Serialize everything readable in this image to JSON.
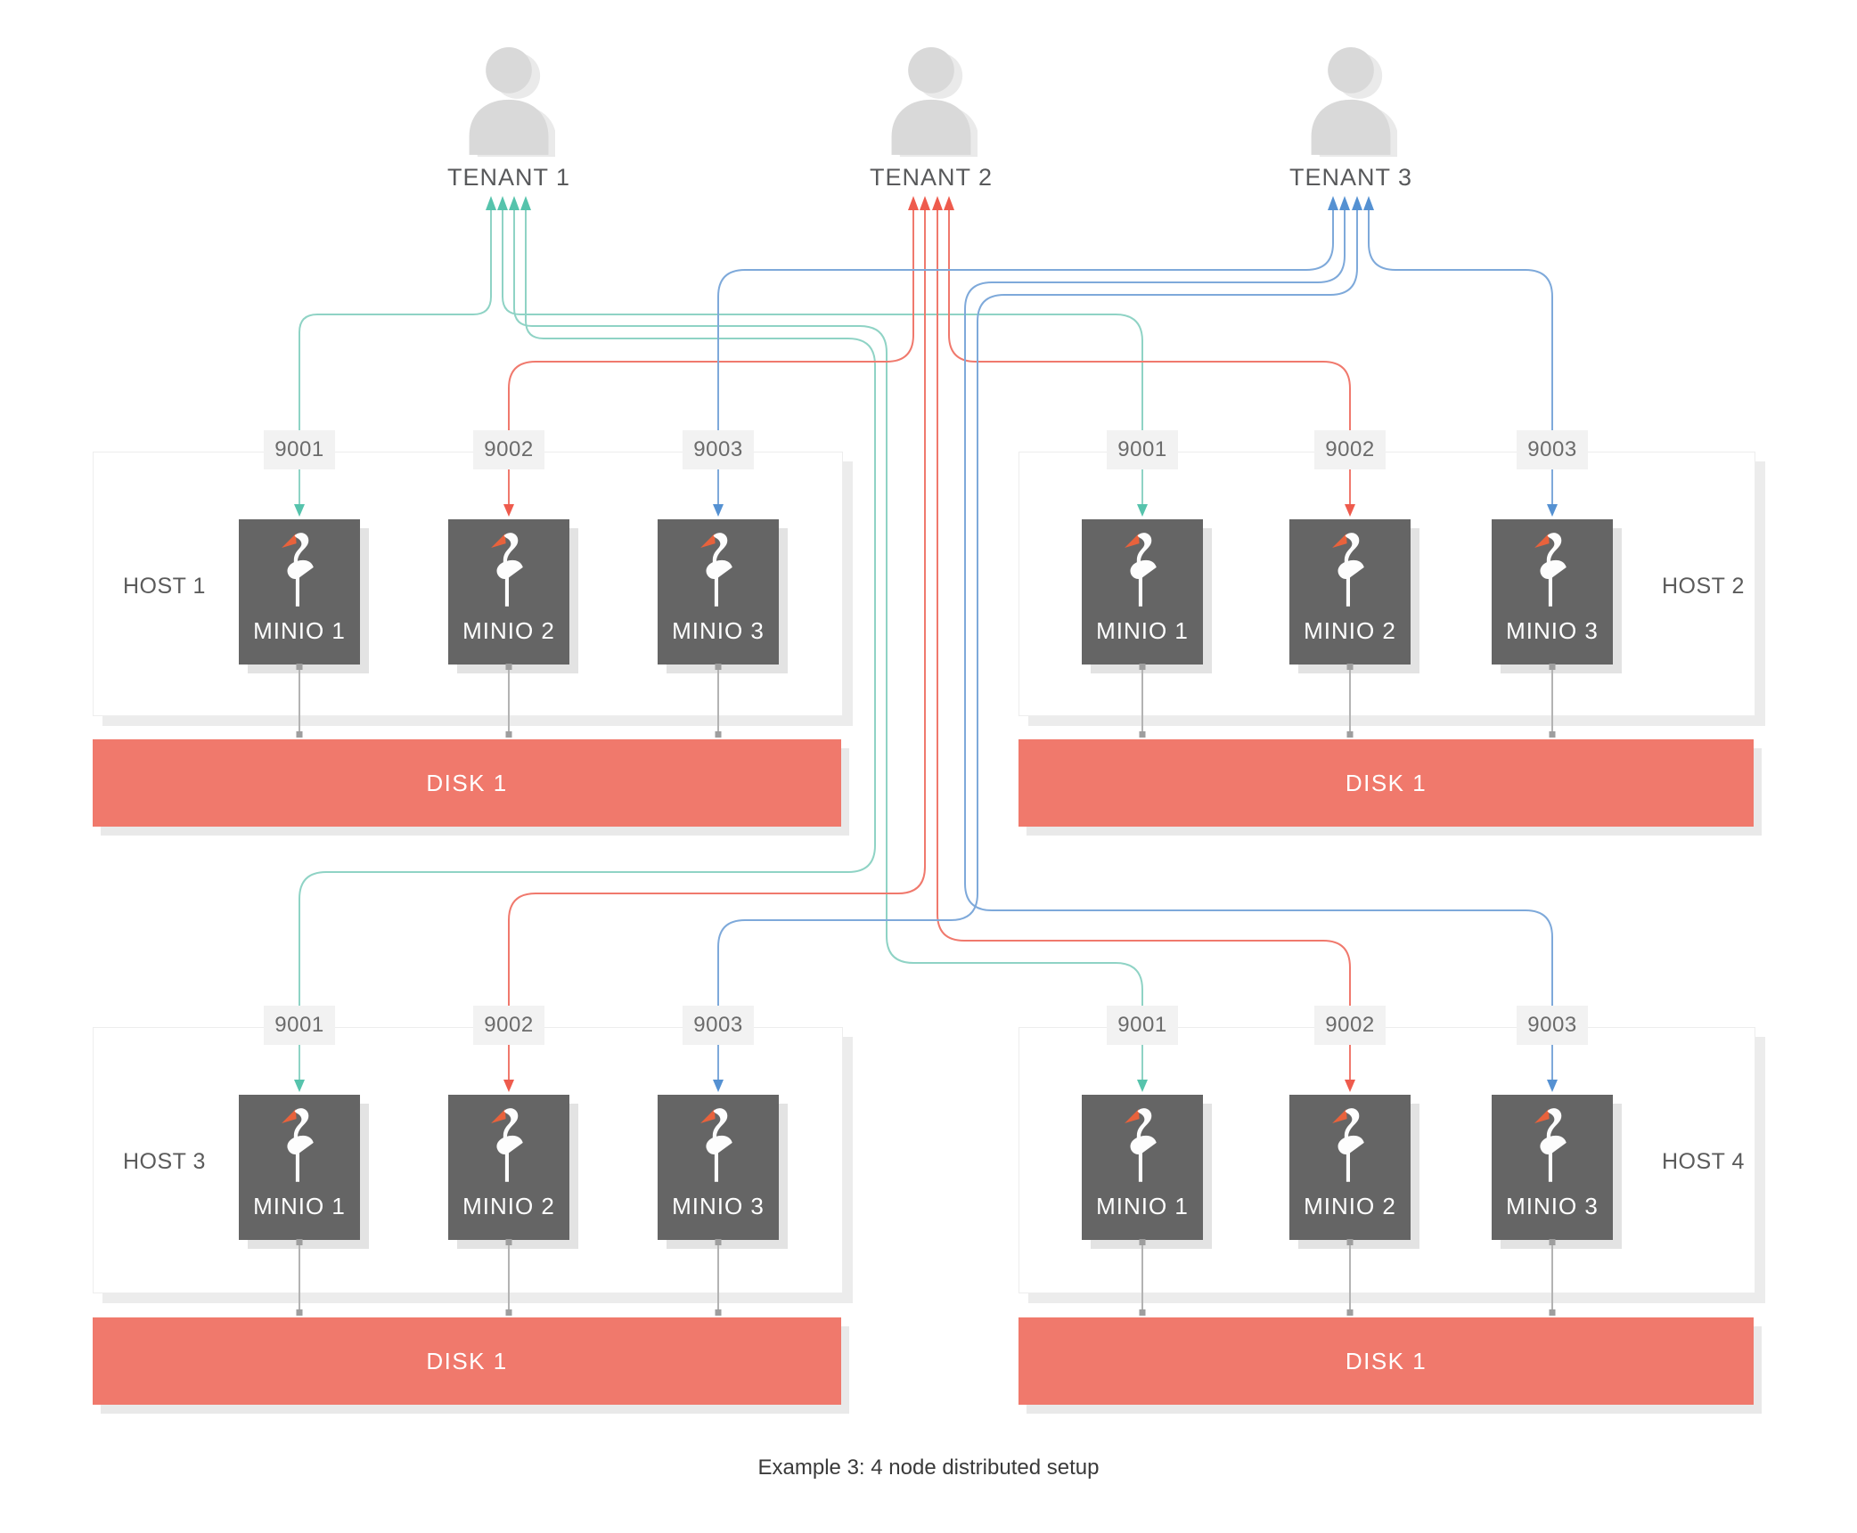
{
  "caption": "Example 3: 4 node distributed setup",
  "tenants": [
    {
      "label": "TENANT 1",
      "color": "#8fd3c5"
    },
    {
      "label": "TENANT 2",
      "color": "#f0796d"
    },
    {
      "label": "TENANT 3",
      "color": "#7ea9da"
    }
  ],
  "hosts": [
    {
      "label": "HOST 1",
      "label_side": "left",
      "ports": [
        "9001",
        "9002",
        "9003"
      ],
      "nodes": [
        "MINIO 1",
        "MINIO 2",
        "MINIO 3"
      ],
      "disk_label": "DISK 1"
    },
    {
      "label": "HOST 2",
      "label_side": "right",
      "ports": [
        "9001",
        "9002",
        "9003"
      ],
      "nodes": [
        "MINIO 1",
        "MINIO 2",
        "MINIO 3"
      ],
      "disk_label": "DISK 1"
    },
    {
      "label": "HOST 3",
      "label_side": "left",
      "ports": [
        "9001",
        "9002",
        "9003"
      ],
      "nodes": [
        "MINIO 1",
        "MINIO 2",
        "MINIO 3"
      ],
      "disk_label": "DISK 1"
    },
    {
      "label": "HOST 4",
      "label_side": "right",
      "ports": [
        "9001",
        "9002",
        "9003"
      ],
      "nodes": [
        "MINIO 1",
        "MINIO 2",
        "MINIO 3"
      ],
      "disk_label": "DISK 1"
    }
  ],
  "connections": [
    {
      "tenant": "TENANT 1",
      "color": "#8fd3c5",
      "arrow_color": "#56c3ac",
      "targets": [
        "HOST 1 :9001",
        "HOST 2 :9001",
        "HOST 3 :9001",
        "HOST 4 :9001"
      ]
    },
    {
      "tenant": "TENANT 2",
      "color": "#f0796d",
      "arrow_color": "#ee5b4d",
      "targets": [
        "HOST 1 :9002",
        "HOST 2 :9002",
        "HOST 3 :9002",
        "HOST 4 :9002"
      ]
    },
    {
      "tenant": "TENANT 3",
      "color": "#7ea9da",
      "arrow_color": "#5591d2",
      "targets": [
        "HOST 1 :9003",
        "HOST 2 :9003",
        "HOST 3 :9003",
        "HOST 4 :9003"
      ]
    }
  ],
  "colors": {
    "minio_box": "#656565",
    "disk": "#f0796c",
    "port_bg": "#f2f2f2",
    "beak": "#e8623c",
    "connector": "#b3b3b3",
    "tenant_icon": "#d9d9d9"
  }
}
